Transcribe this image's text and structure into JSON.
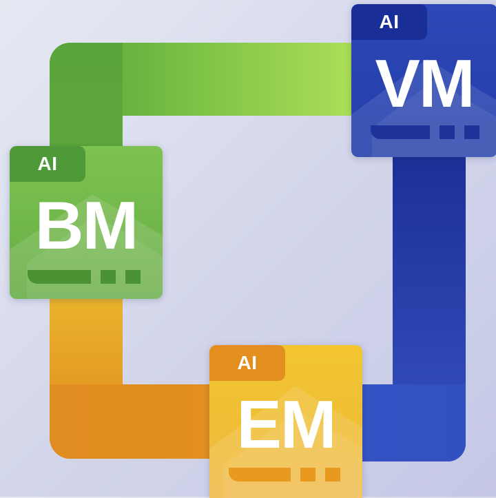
{
  "colors": {
    "green_dark": "#57a13a",
    "green_light": "#b3e15a",
    "blue_dark": "#1b2e96",
    "blue_light": "#3f5bc5",
    "orange_dark": "#e0891f",
    "orange_light": "#f0c12d"
  },
  "tiles": {
    "bm": {
      "badge": "AI",
      "code": "BM"
    },
    "vm": {
      "badge": "AI",
      "code": "VM"
    },
    "em": {
      "badge": "AI",
      "code": "EM"
    }
  }
}
